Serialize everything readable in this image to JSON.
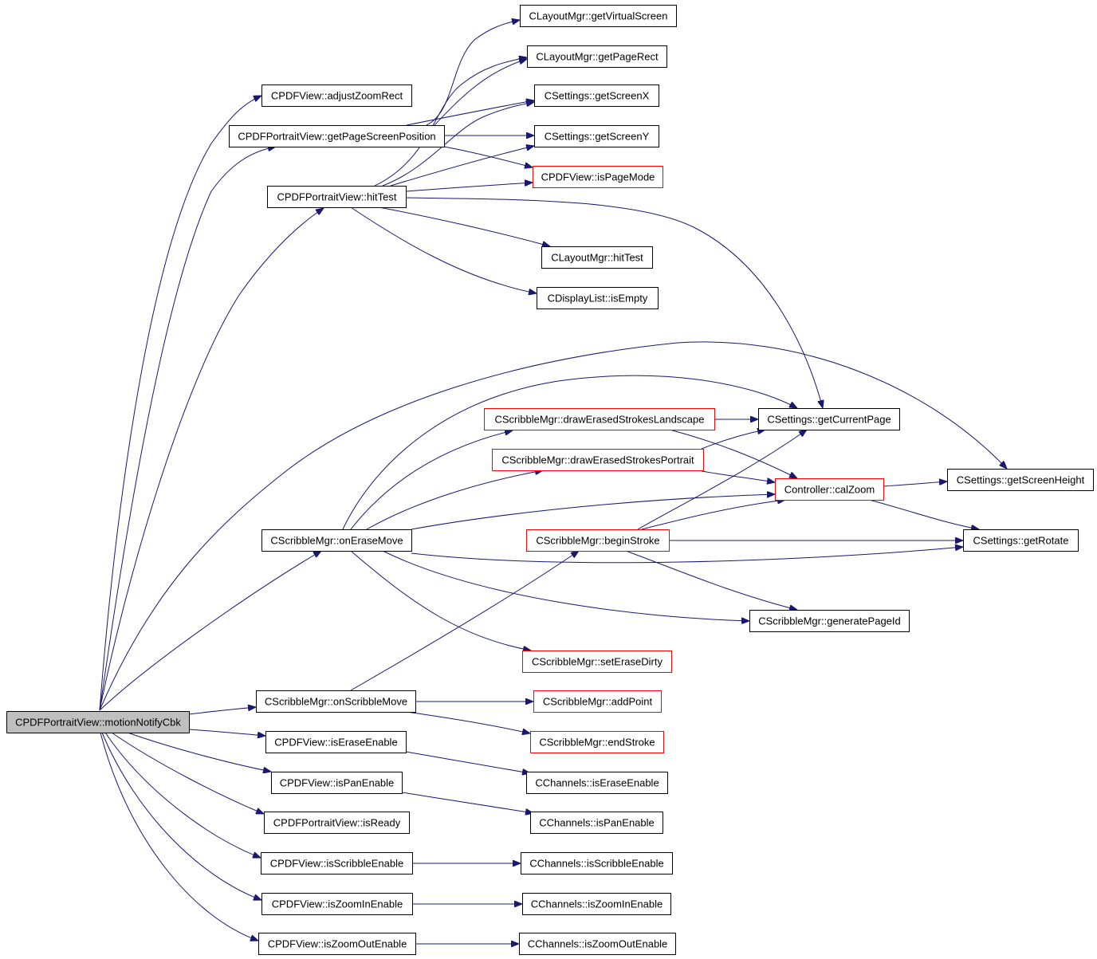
{
  "colors": {
    "edge": "#191970",
    "border_normal": "#000000",
    "border_red": "#ff0000",
    "root_fill": "#bfbfbf",
    "node_fill": "#ffffff"
  },
  "nodes": [
    {
      "id": "motionNotifyCbk",
      "label": "CPDFPortraitView::motionNotifyCbk",
      "style": "root"
    },
    {
      "id": "adjustZoomRect",
      "label": "CPDFView::adjustZoomRect",
      "style": "normal"
    },
    {
      "id": "getPageScreenPosition",
      "label": "CPDFPortraitView::getPageScreenPosition",
      "style": "normal"
    },
    {
      "id": "pvHitTest",
      "label": "CPDFPortraitView::hitTest",
      "style": "normal"
    },
    {
      "id": "getVirtualScreen",
      "label": "CLayoutMgr::getVirtualScreen",
      "style": "normal"
    },
    {
      "id": "getPageRect",
      "label": "CLayoutMgr::getPageRect",
      "style": "normal"
    },
    {
      "id": "getScreenX",
      "label": "CSettings::getScreenX",
      "style": "normal"
    },
    {
      "id": "getScreenY",
      "label": "CSettings::getScreenY",
      "style": "normal"
    },
    {
      "id": "isPageMode",
      "label": "CPDFView::isPageMode",
      "style": "red"
    },
    {
      "id": "lmHitTest",
      "label": "CLayoutMgr::hitTest",
      "style": "normal"
    },
    {
      "id": "isEmpty",
      "label": "CDisplayList::isEmpty",
      "style": "normal"
    },
    {
      "id": "onEraseMove",
      "label": "CScribbleMgr::onEraseMove",
      "style": "normal"
    },
    {
      "id": "drawLandscape",
      "label": "CScribbleMgr::drawErasedStrokesLandscape",
      "style": "red"
    },
    {
      "id": "drawPortrait",
      "label": "CScribbleMgr::drawErasedStrokesPortrait",
      "style": "red"
    },
    {
      "id": "getCurrentPage",
      "label": "CSettings::getCurrentPage",
      "style": "normal"
    },
    {
      "id": "calZoom",
      "label": "Controller::calZoom",
      "style": "red"
    },
    {
      "id": "getScreenHeight",
      "label": "CSettings::getScreenHeight",
      "style": "normal"
    },
    {
      "id": "beginStroke",
      "label": "CScribbleMgr::beginStroke",
      "style": "red"
    },
    {
      "id": "getRotate",
      "label": "CSettings::getRotate",
      "style": "normal"
    },
    {
      "id": "generatePageId",
      "label": "CScribbleMgr::generatePageId",
      "style": "normal"
    },
    {
      "id": "setEraseDirty",
      "label": "CScribbleMgr::setEraseDirty",
      "style": "red"
    },
    {
      "id": "onScribbleMove",
      "label": "CScribbleMgr::onScribbleMove",
      "style": "normal"
    },
    {
      "id": "addPoint",
      "label": "CScribbleMgr::addPoint",
      "style": "red"
    },
    {
      "id": "endStroke",
      "label": "CScribbleMgr::endStroke",
      "style": "red"
    },
    {
      "id": "isEraseEnable",
      "label": "CPDFView::isEraseEnable",
      "style": "normal"
    },
    {
      "id": "chIsEraseEnable",
      "label": "CChannels::isEraseEnable",
      "style": "normal"
    },
    {
      "id": "isPanEnable",
      "label": "CPDFView::isPanEnable",
      "style": "normal"
    },
    {
      "id": "chIsPanEnable",
      "label": "CChannels::isPanEnable",
      "style": "normal"
    },
    {
      "id": "isReady",
      "label": "CPDFPortraitView::isReady",
      "style": "normal"
    },
    {
      "id": "isScribbleEnable",
      "label": "CPDFView::isScribbleEnable",
      "style": "normal"
    },
    {
      "id": "chIsScribbleEnable",
      "label": "CChannels::isScribbleEnable",
      "style": "normal"
    },
    {
      "id": "isZoomInEnable",
      "label": "CPDFView::isZoomInEnable",
      "style": "normal"
    },
    {
      "id": "chIsZoomInEnable",
      "label": "CChannels::isZoomInEnable",
      "style": "normal"
    },
    {
      "id": "isZoomOutEnable",
      "label": "CPDFView::isZoomOutEnable",
      "style": "normal"
    },
    {
      "id": "chIsZoomOutEnable",
      "label": "CChannels::isZoomOutEnable",
      "style": "normal"
    }
  ],
  "edges": [
    {
      "from": "motionNotifyCbk",
      "to": "adjustZoomRect"
    },
    {
      "from": "motionNotifyCbk",
      "to": "getPageScreenPosition"
    },
    {
      "from": "motionNotifyCbk",
      "to": "pvHitTest"
    },
    {
      "from": "motionNotifyCbk",
      "to": "getScreenHeight"
    },
    {
      "from": "motionNotifyCbk",
      "to": "onEraseMove"
    },
    {
      "from": "motionNotifyCbk",
      "to": "onScribbleMove"
    },
    {
      "from": "motionNotifyCbk",
      "to": "isEraseEnable"
    },
    {
      "from": "motionNotifyCbk",
      "to": "isPanEnable"
    },
    {
      "from": "motionNotifyCbk",
      "to": "isReady"
    },
    {
      "from": "motionNotifyCbk",
      "to": "isScribbleEnable"
    },
    {
      "from": "motionNotifyCbk",
      "to": "isZoomInEnable"
    },
    {
      "from": "motionNotifyCbk",
      "to": "isZoomOutEnable"
    },
    {
      "from": "getPageScreenPosition",
      "to": "getVirtualScreen"
    },
    {
      "from": "getPageScreenPosition",
      "to": "getPageRect"
    },
    {
      "from": "getPageScreenPosition",
      "to": "getScreenX"
    },
    {
      "from": "getPageScreenPosition",
      "to": "getScreenY"
    },
    {
      "from": "getPageScreenPosition",
      "to": "isPageMode"
    },
    {
      "from": "pvHitTest",
      "to": "getPageRect"
    },
    {
      "from": "pvHitTest",
      "to": "getScreenX"
    },
    {
      "from": "pvHitTest",
      "to": "getScreenY"
    },
    {
      "from": "pvHitTest",
      "to": "isPageMode"
    },
    {
      "from": "pvHitTest",
      "to": "getCurrentPage"
    },
    {
      "from": "pvHitTest",
      "to": "lmHitTest"
    },
    {
      "from": "pvHitTest",
      "to": "isEmpty"
    },
    {
      "from": "onEraseMove",
      "to": "getCurrentPage"
    },
    {
      "from": "onEraseMove",
      "to": "drawLandscape"
    },
    {
      "from": "onEraseMove",
      "to": "drawPortrait"
    },
    {
      "from": "onEraseMove",
      "to": "calZoom"
    },
    {
      "from": "onEraseMove",
      "to": "getRotate"
    },
    {
      "from": "onEraseMove",
      "to": "generatePageId"
    },
    {
      "from": "onEraseMove",
      "to": "setEraseDirty"
    },
    {
      "from": "drawLandscape",
      "to": "getCurrentPage"
    },
    {
      "from": "drawLandscape",
      "to": "calZoom"
    },
    {
      "from": "drawPortrait",
      "to": "getCurrentPage"
    },
    {
      "from": "drawPortrait",
      "to": "calZoom"
    },
    {
      "from": "calZoom",
      "to": "getScreenHeight"
    },
    {
      "from": "calZoom",
      "to": "getRotate"
    },
    {
      "from": "beginStroke",
      "to": "getCurrentPage"
    },
    {
      "from": "beginStroke",
      "to": "calZoom"
    },
    {
      "from": "beginStroke",
      "to": "getRotate"
    },
    {
      "from": "beginStroke",
      "to": "generatePageId"
    },
    {
      "from": "onScribbleMove",
      "to": "beginStroke"
    },
    {
      "from": "onScribbleMove",
      "to": "addPoint"
    },
    {
      "from": "onScribbleMove",
      "to": "endStroke"
    },
    {
      "from": "isEraseEnable",
      "to": "chIsEraseEnable"
    },
    {
      "from": "isPanEnable",
      "to": "chIsPanEnable"
    },
    {
      "from": "isScribbleEnable",
      "to": "chIsScribbleEnable"
    },
    {
      "from": "isZoomInEnable",
      "to": "chIsZoomInEnable"
    },
    {
      "from": "isZoomOutEnable",
      "to": "chIsZoomOutEnable"
    }
  ]
}
